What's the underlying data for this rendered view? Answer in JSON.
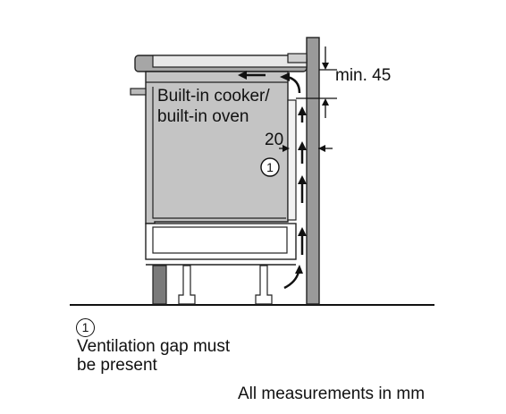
{
  "diagram": {
    "appliance_label_line1": "Built-in cooker/",
    "appliance_label_line2": "built-in oven",
    "min_clearance_label": "min. 45",
    "gap_label": "20",
    "callout_marker": "1"
  },
  "legend": {
    "marker": "1",
    "line1": "Ventilation gap must",
    "line2": "be present"
  },
  "footnote": "All measurements in mm"
}
